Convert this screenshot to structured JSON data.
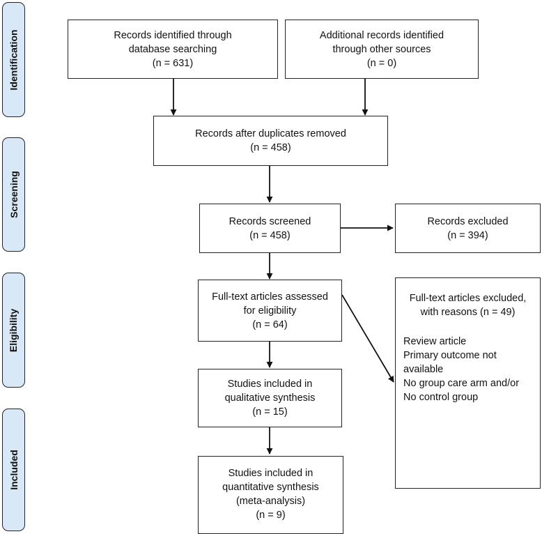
{
  "phases": {
    "identification": "Identification",
    "screening": "Screening",
    "eligibility": "Eligibility",
    "included": "Included"
  },
  "boxes": {
    "database": [
      "Records identified through",
      "database searching",
      "(n = 631)"
    ],
    "other_sources": [
      "Additional records identified",
      "through other sources",
      "(n = 0)"
    ],
    "duplicates_removed": [
      "Records after duplicates removed",
      "(n =  458)"
    ],
    "screened": [
      "Records screened",
      "(n = 458)"
    ],
    "excluded": [
      "Records excluded",
      "(n = 394)"
    ],
    "full_text": [
      "Full-text articles assessed",
      "for eligibility",
      "(n = 64)"
    ],
    "full_text_excluded": {
      "heading": [
        "Full-text articles excluded,",
        "with reasons (n = 49)"
      ],
      "reasons": [
        "Review article",
        "Primary outcome not",
        "available",
        "No group care arm and/or",
        "No control group"
      ]
    },
    "qualitative": [
      "Studies included in",
      "qualitative synthesis",
      "(n = 15)"
    ],
    "quantitative": [
      "Studies included in",
      "quantitative synthesis",
      "(meta-analysis)",
      "(n =  9)"
    ]
  }
}
